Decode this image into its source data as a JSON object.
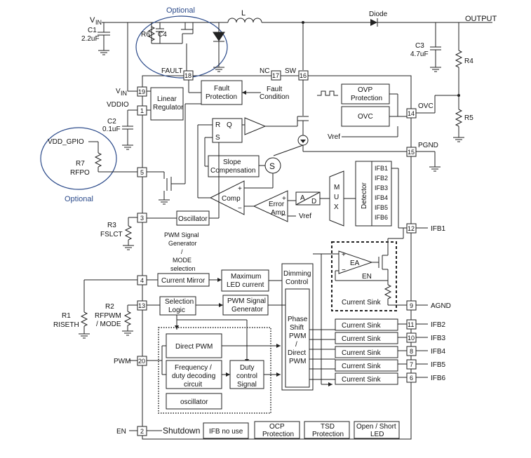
{
  "top": {
    "vin": "V",
    "vin_sub": "IN",
    "c1": "C1",
    "c1_val": "2.2uF",
    "optional_top": "Optional",
    "r6": "R6",
    "c4": "C4",
    "inductor": "L",
    "diode": "Diode",
    "output": "OUTPUT",
    "c3": "C3",
    "c3_val": "4.7uF",
    "r4": "R4",
    "r5": "R5"
  },
  "pins": {
    "fault": {
      "label": "FAULT",
      "num": "18"
    },
    "nc": {
      "label": "NC",
      "num": "17"
    },
    "sw": {
      "label": "SW",
      "num": "16"
    },
    "vin": {
      "label": "V",
      "sub": "IN",
      "num": "19"
    },
    "vddio": {
      "label": "VDDIO",
      "num": "1"
    },
    "ovc": {
      "label": "OVC",
      "num": "14"
    },
    "pgnd": {
      "label": "PGND",
      "num": "15"
    },
    "rfpo": {
      "num": "5"
    },
    "fslct": {
      "num": "3"
    },
    "ifb1": {
      "label": "IFB1",
      "num": "12"
    },
    "riseth": {
      "num": "4"
    },
    "rfpwm": {
      "num": "13"
    },
    "agnd": {
      "label": "AGND",
      "num": "9"
    },
    "pwm": {
      "label": "PWM",
      "num": "20"
    },
    "ifb2": {
      "label": "IFB2",
      "num": "11"
    },
    "ifb3": {
      "label": "IFB3",
      "num": "10"
    },
    "ifb4": {
      "label": "IFB4",
      "num": "8"
    },
    "ifb5": {
      "label": "IFB5",
      "num": "7"
    },
    "ifb6": {
      "label": "IFB6",
      "num": "6"
    },
    "en": {
      "label": "EN",
      "num": "2"
    }
  },
  "external": {
    "c2": "C2",
    "c2_val": "0.1uF",
    "vdd_gpio": "VDD_GPIO",
    "r7": "R7",
    "rfpo": "RFPO",
    "optional_left": "Optional",
    "r3": "R3",
    "fslct": "FSLCT",
    "r1": "R1",
    "riseth": "RISETH",
    "r2": "R2",
    "rfpwm": "RFPWM",
    "mode": "/ MODE"
  },
  "blocks": {
    "linear_regulator": [
      "Linear",
      "Regulator"
    ],
    "fault_protection": [
      "Fault",
      "Protection"
    ],
    "fault_condition": [
      "Fault",
      "Condition"
    ],
    "ovp_protection": [
      "OVP",
      "Protection"
    ],
    "ovc": "OVC",
    "vref_top": "Vref",
    "latch_r": "R",
    "latch_s": "S",
    "latch_q": "Q",
    "slope_compensation": [
      "Slope",
      "Compensation"
    ],
    "sum_symbol": "S",
    "comp": "Comp",
    "error_amp": [
      "Error",
      "Amp"
    ],
    "vref_amp": "Vref",
    "adc_a": "A",
    "adc_d": "D",
    "mux": [
      "M",
      "U",
      "X"
    ],
    "detector": "Detector",
    "ifb_list": [
      "IFB1",
      "IFB2",
      "IFB3",
      "IFB4",
      "IFB5",
      "IFB6"
    ],
    "oscillator": "Oscillator",
    "pwm_signal_generator": [
      "PWM Signal",
      "Generator",
      "/",
      "MODE",
      "selection"
    ],
    "current_mirror": "Current Mirror",
    "maximum_led_current": [
      "Maximum",
      "LED current"
    ],
    "dimming_control": [
      "Dimming",
      "Control"
    ],
    "ea": "EA",
    "ea_en": "EN",
    "current_sink_main": "Current Sink",
    "selection_logic": [
      "Selection",
      "Logic"
    ],
    "pwm_signal_gen2": [
      "PWM Signal",
      "Generator"
    ],
    "phase_shift_pwm": [
      "Phase",
      "Shift",
      "PWM",
      "/",
      "Direct",
      "PWM"
    ],
    "current_sinks": [
      "Current Sink",
      "Current Sink",
      "Current Sink",
      "Current Sink",
      "Current Sink"
    ],
    "direct_pwm": "Direct PWM",
    "freq_duty": [
      "Frequency /",
      "duty decoding",
      "circuit"
    ],
    "duty_control": [
      "Duty",
      "control",
      "Signal"
    ],
    "oscillator_small": "oscillator",
    "shutdown": "Shutdown",
    "ifb_no_use": "IFB no use",
    "ocp_protection": [
      "OCP",
      "Protection"
    ],
    "tsd_protection": [
      "TSD",
      "Protection"
    ],
    "open_short_led": [
      "Open / Short",
      "LED"
    ]
  },
  "colors": {
    "line": "#222222",
    "optional_oval": "#2b4a8a",
    "background": "#ffffff"
  }
}
